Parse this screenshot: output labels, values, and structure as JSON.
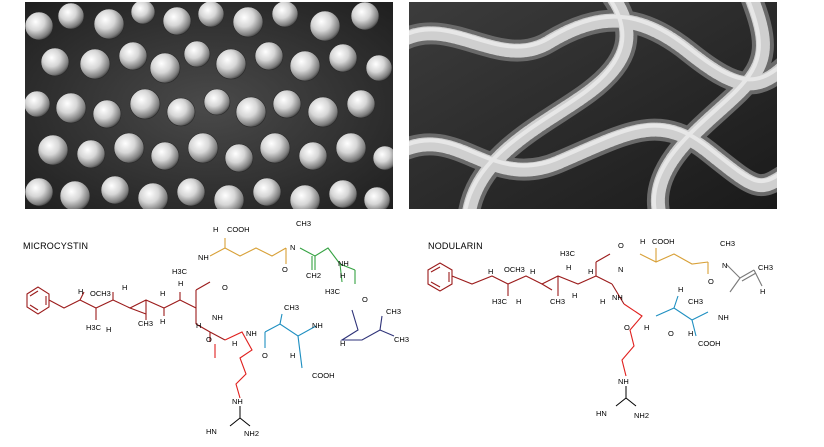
{
  "photos": [
    {
      "icon": "coccoid-cyanobacteria-micrograph-icon"
    },
    {
      "icon": "filamentous-cyanobacteria-micrograph-icon"
    }
  ],
  "microcystin": {
    "title": "MICROCYSTIN",
    "labels": {
      "cooh_top": "COOH",
      "h_top": "H",
      "ch3_n": "CH3",
      "nh_1": "NH",
      "o_1": "O",
      "n_me": "N",
      "h3c_1": "H3C",
      "ch2": "CH2",
      "h_1": "H",
      "nh_2": "NH",
      "h3c_2": "H3C",
      "h_2": "H",
      "o_2": "O",
      "och3": "OCH3",
      "h_3": "H",
      "h_4": "H",
      "h_5": "H",
      "h3c_3": "H3C",
      "h_6": "H",
      "ch3_chain": "CH3",
      "h_7": "H",
      "h_8": "H",
      "nh_3": "NH",
      "o_3": "O",
      "nh_4": "NH",
      "ch3_asp": "CH3",
      "nh_5": "NH",
      "ch3_leu1": "CH3",
      "ch3_leu2": "CH3",
      "o_4": "O",
      "h_9": "H",
      "o_5": "O",
      "h_10": "H",
      "cooh_asp": "COOH",
      "h_11": "H",
      "nh_arg": "NH",
      "hn": "HN",
      "nh2": "NH2"
    }
  },
  "nodularin": {
    "title": "NODULARIN",
    "labels": {
      "h3c_1": "H3C",
      "o_1": "O",
      "h_top": "H",
      "cooh_top": "COOH",
      "ch3_n": "CH3",
      "n_me": "N",
      "ch3_r": "CH3",
      "h_r": "H",
      "h_1": "H",
      "och3": "OCH3",
      "h_2": "H",
      "h_3": "H",
      "h_4": "H",
      "n_1": "N",
      "o_2": "O",
      "h3c_2": "H3C",
      "h_5": "H",
      "ch3_chain": "CH3",
      "h_6": "H",
      "h_7": "H",
      "nh_1": "NH",
      "h_8": "H",
      "ch3_asp": "CH3",
      "nh_2": "NH",
      "o_3": "O",
      "h_9": "H",
      "o_4": "O",
      "h_10": "H",
      "cooh_asp": "COOH",
      "nh_arg": "NH",
      "hn": "HN",
      "nh2": "NH2"
    }
  },
  "colors": {
    "adda": "#9b1b1b",
    "arginine": "#e0201e",
    "glutamate": "#d8a037",
    "mdha": "#35a242",
    "leucine": "#2e3278",
    "masp": "#1e8fc1",
    "ring": "#000000",
    "gray": "#7a7a7a"
  }
}
